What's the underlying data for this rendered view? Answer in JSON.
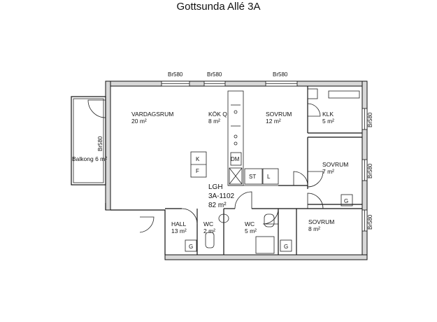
{
  "title": "Gottsunda Allé 3A",
  "apartment": {
    "label": "LGH",
    "number": "3A-1102",
    "area": "82 m²"
  },
  "rooms": {
    "vardagsrum": {
      "name": "VARDAGSRUM",
      "area": "20 m²"
    },
    "kok": {
      "name": "KÖK Q",
      "area": "8 m²"
    },
    "sovrum1": {
      "name": "SOVRUM",
      "area": "12 m²"
    },
    "klk": {
      "name": "KLK",
      "area": "5 m²"
    },
    "sovrum2": {
      "name": "SOVRUM",
      "area": "7 m²"
    },
    "sovrum3": {
      "name": "SOVRUM",
      "area": "8 m²"
    },
    "hall": {
      "name": "HALL",
      "area": "13 m²"
    },
    "wc1": {
      "name": "WC",
      "area": "2 m²"
    },
    "wc2": {
      "name": "WC",
      "area": "5 m²"
    },
    "balkong": {
      "name": "Balkong 6 m²"
    }
  },
  "windows": {
    "label": "Br580"
  },
  "fixtures": {
    "k": "K",
    "f": "F",
    "dm": "DM",
    "st": "ST",
    "l": "L",
    "g": "G"
  }
}
